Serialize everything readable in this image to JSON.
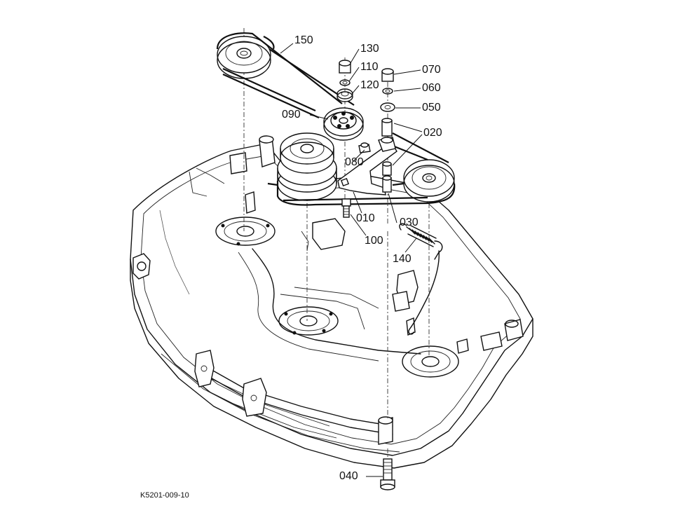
{
  "drawing": {
    "code": "K5201-009-10",
    "parts": [
      {
        "id": "p150",
        "label": "150"
      },
      {
        "id": "p130",
        "label": "130"
      },
      {
        "id": "p110",
        "label": "110"
      },
      {
        "id": "p120",
        "label": "120"
      },
      {
        "id": "p070",
        "label": "070"
      },
      {
        "id": "p060",
        "label": "060"
      },
      {
        "id": "p050",
        "label": "050"
      },
      {
        "id": "p090",
        "label": "090"
      },
      {
        "id": "p020",
        "label": "020"
      },
      {
        "id": "p080",
        "label": "080"
      },
      {
        "id": "p010",
        "label": "010"
      },
      {
        "id": "p030",
        "label": "030"
      },
      {
        "id": "p100",
        "label": "100"
      },
      {
        "id": "p140",
        "label": "140"
      },
      {
        "id": "p040",
        "label": "040"
      }
    ]
  }
}
